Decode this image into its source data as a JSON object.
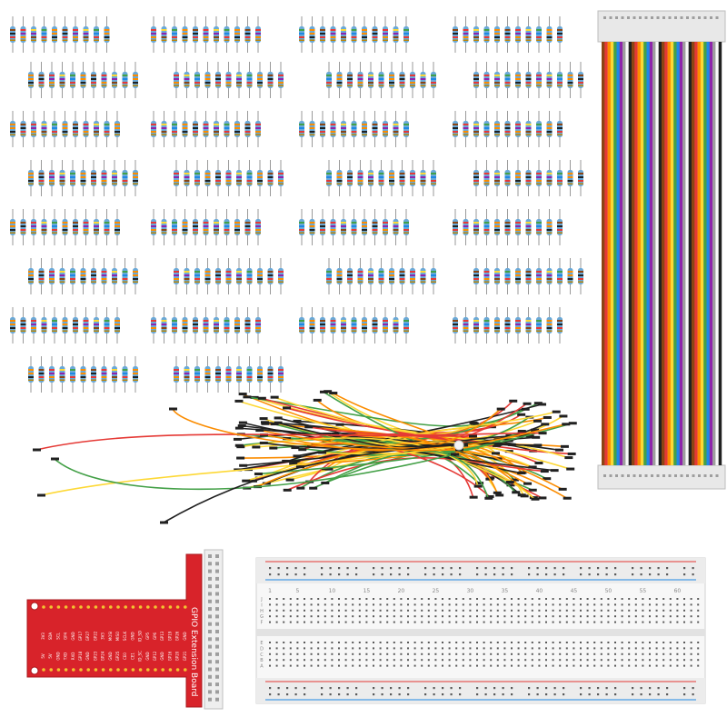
{
  "gpio_board": {
    "title": "GPIO Extension Board",
    "left_labels": [
      "3V3",
      "SDA",
      "SCL",
      "GP4",
      "GND",
      "GP17",
      "GP27",
      "GP22",
      "3V3",
      "MOSI",
      "MISO",
      "SCLK",
      "GND",
      "ID_SD",
      "GP5",
      "GP6",
      "GP13",
      "GP19",
      "GP26",
      "GND"
    ],
    "right_labels": [
      "5V",
      "5V",
      "GND",
      "TXD",
      "RXD",
      "GP18",
      "GND",
      "GP23",
      "GP24",
      "GND",
      "GP25",
      "CE0",
      "CE1",
      "ID_SC",
      "GND",
      "GP12",
      "GND",
      "GP16",
      "GP20",
      "GP21"
    ]
  },
  "breadboard": {
    "column_numbers": [
      "1",
      "5",
      "10",
      "15",
      "20",
      "25",
      "30",
      "35",
      "40",
      "45",
      "50",
      "55",
      "60"
    ],
    "row_letters_top": [
      "J",
      "I",
      "H",
      "G",
      "F"
    ],
    "row_letters_bottom": [
      "E",
      "D",
      "C",
      "B",
      "A"
    ]
  },
  "colors": {
    "gpio_red": "#d8232a",
    "resistor_body": "#6aa9d8",
    "ribbon": [
      "#8b4513",
      "#e53935",
      "#fb8c00",
      "#fdd835",
      "#43a047",
      "#1e88e5",
      "#8e24aa",
      "#9e9e9e",
      "#fafafa",
      "#212121"
    ],
    "wire": [
      "#e53935",
      "#fdd835",
      "#43a047",
      "#212121",
      "#fb8c00"
    ]
  }
}
